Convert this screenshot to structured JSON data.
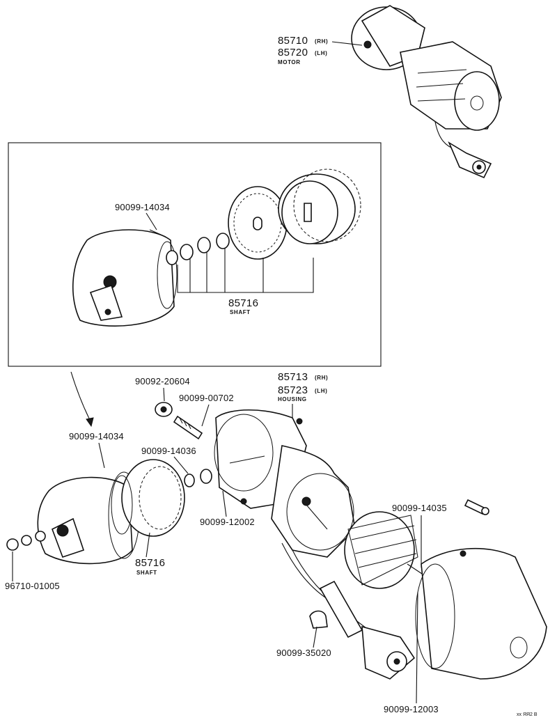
{
  "labels": {
    "motor_rh": "85710",
    "motor_rh_side": "(RH)",
    "motor_lh": "85720",
    "motor_lh_side": "(LH)",
    "motor_name": "MOTOR",
    "box_cover": "90099-14034",
    "box_shaft": "85716",
    "box_shaft_name": "SHAFT",
    "nut": "90092-20604",
    "stud": "90099-00702",
    "housing_rh": "85713",
    "housing_rh_side": "(RH)",
    "housing_lh": "85723",
    "housing_lh_side": "(LH)",
    "housing_name": "HOUSING",
    "cover": "90099-14034",
    "washer": "90099-14036",
    "gasket": "90099-12002",
    "shaft": "85716",
    "shaft_name": "SHAFT",
    "nut_set": "96710-01005",
    "screw": "90099-14035",
    "clamp": "90099-35020",
    "oring": "90099-12003",
    "footer_code": "xx  ЯЯ2 B"
  }
}
